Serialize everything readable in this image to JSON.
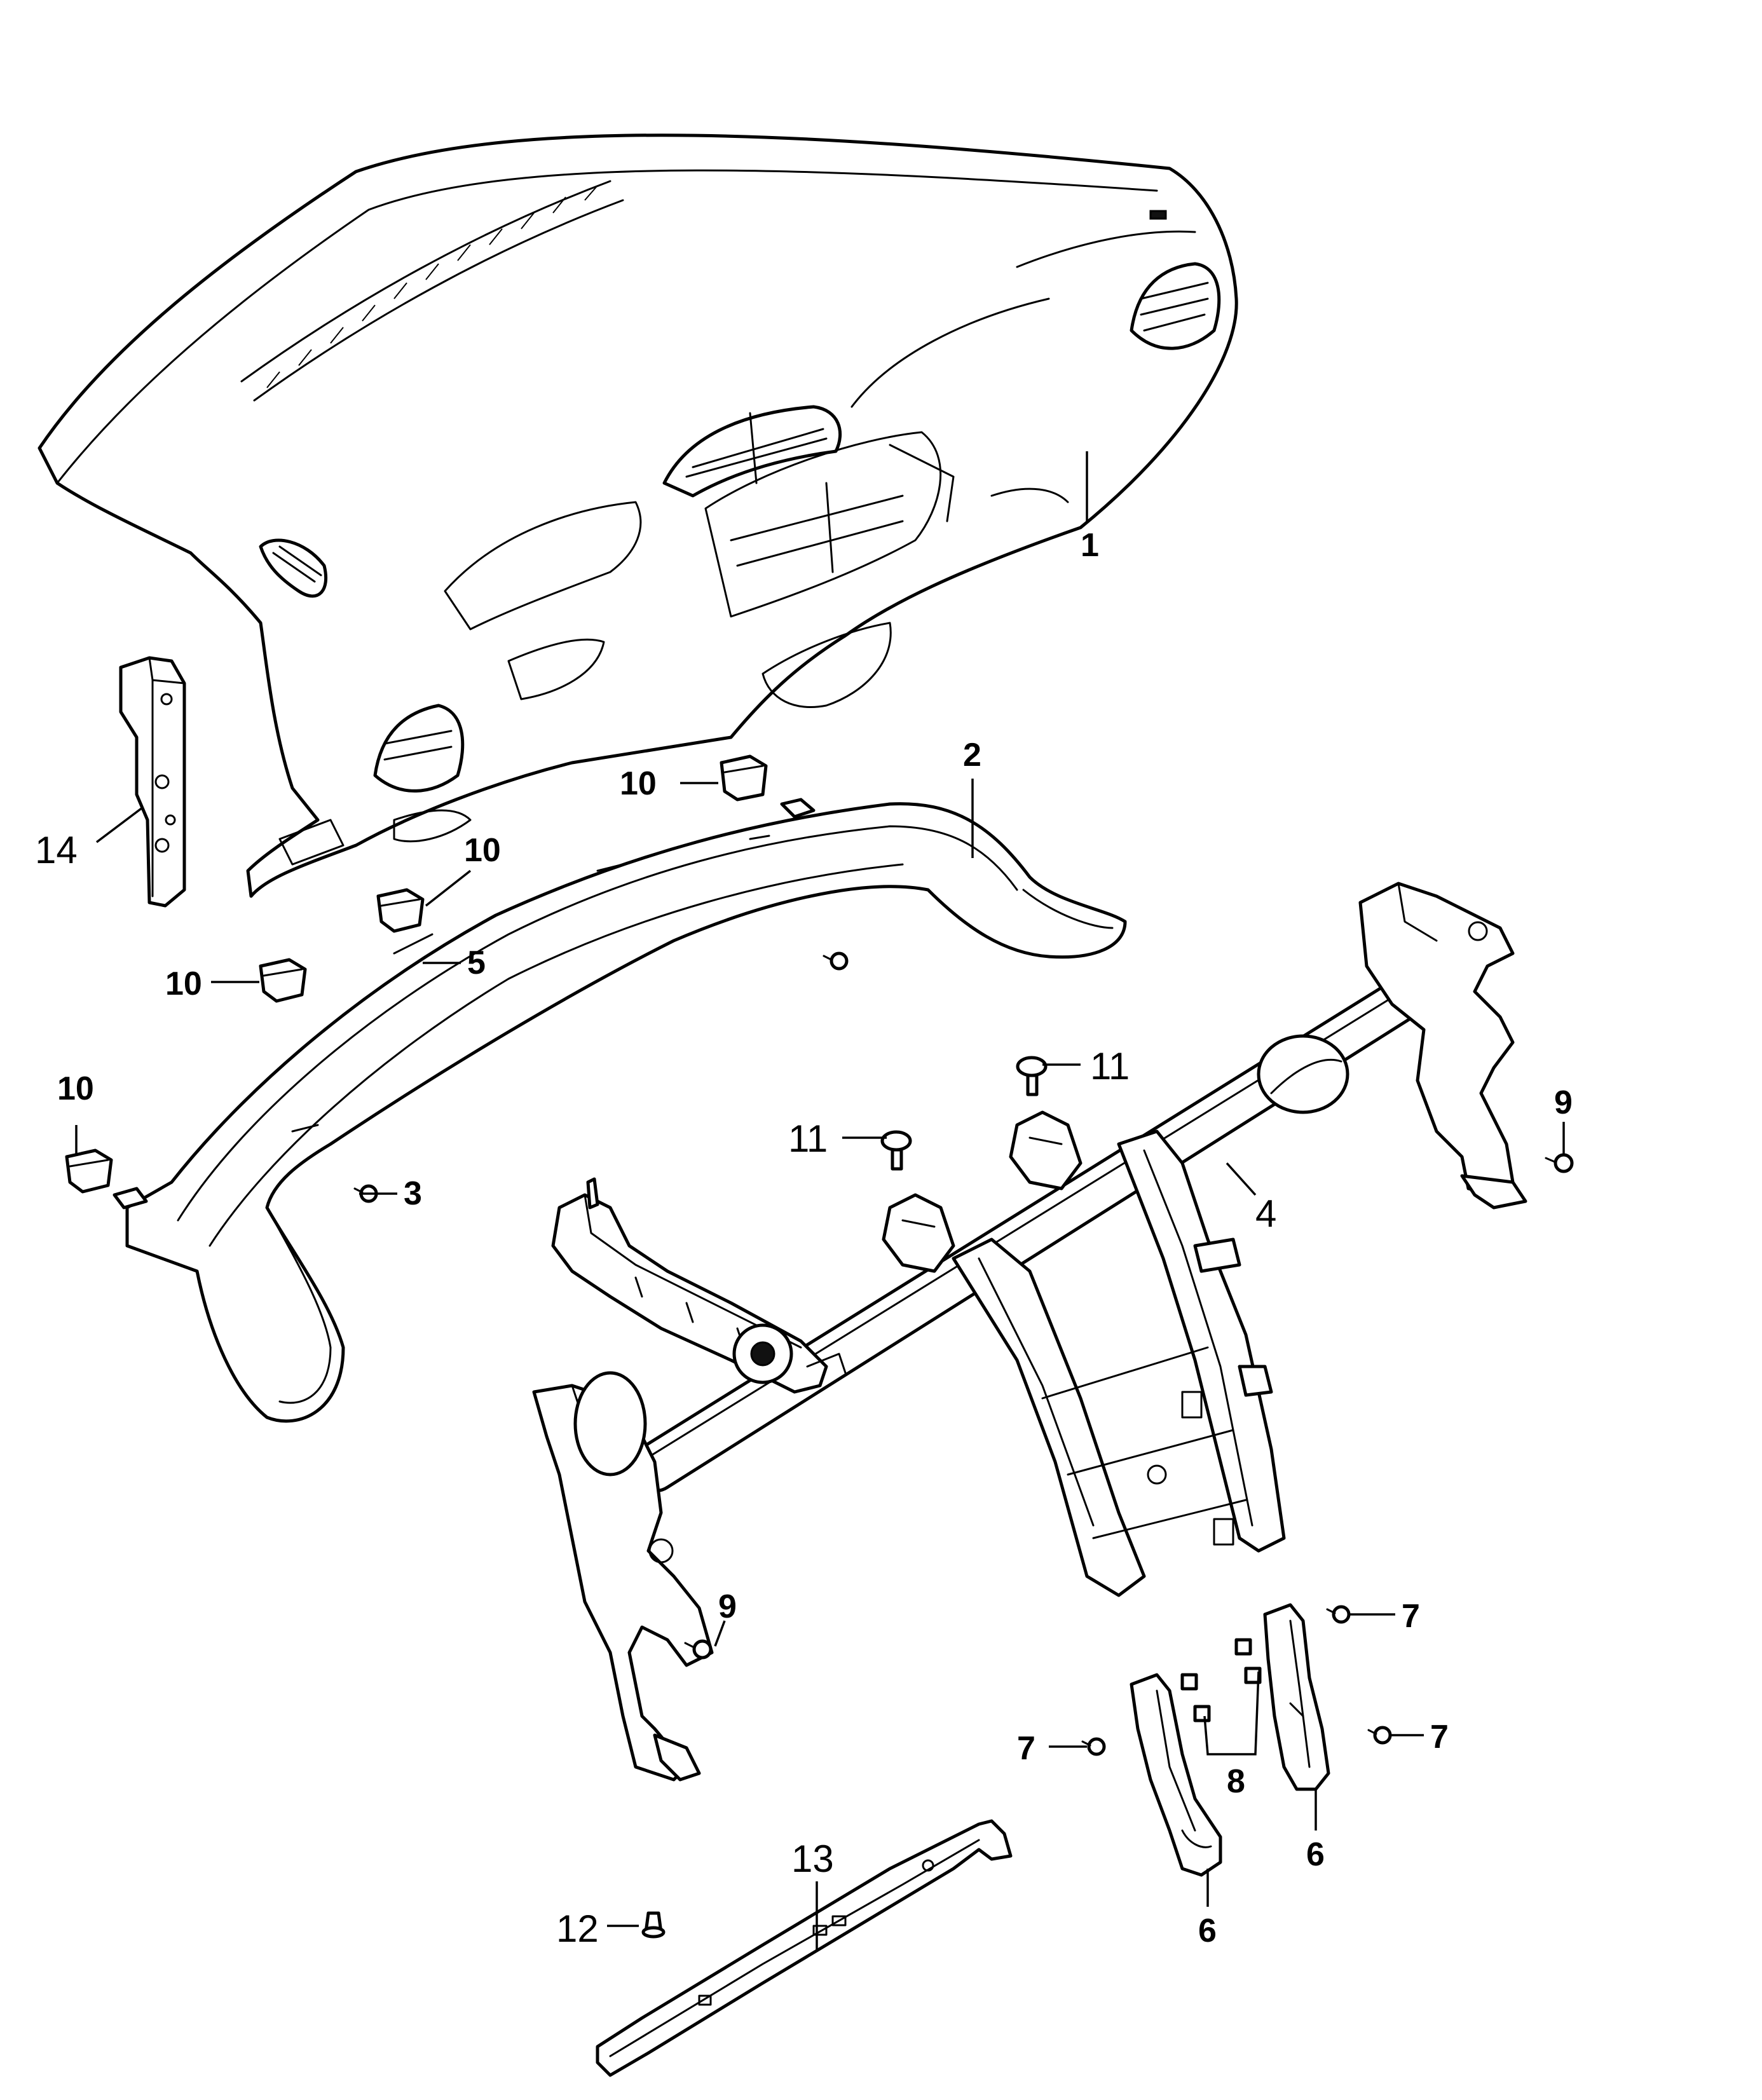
{
  "callouts": {
    "c1": "1",
    "c2": "2",
    "c3": "3",
    "c4": "4",
    "c5": "5",
    "c6a": "6",
    "c6b": "6",
    "c7a": "7",
    "c7b": "7",
    "c7c": "7",
    "c8": "8",
    "c9a": "9",
    "c9b": "9",
    "c10a": "10",
    "c10b": "10",
    "c10c": "10",
    "c10d": "10",
    "c11a": "11",
    "c11b": "11",
    "c12": "12",
    "c13": "13",
    "c14": "14"
  }
}
